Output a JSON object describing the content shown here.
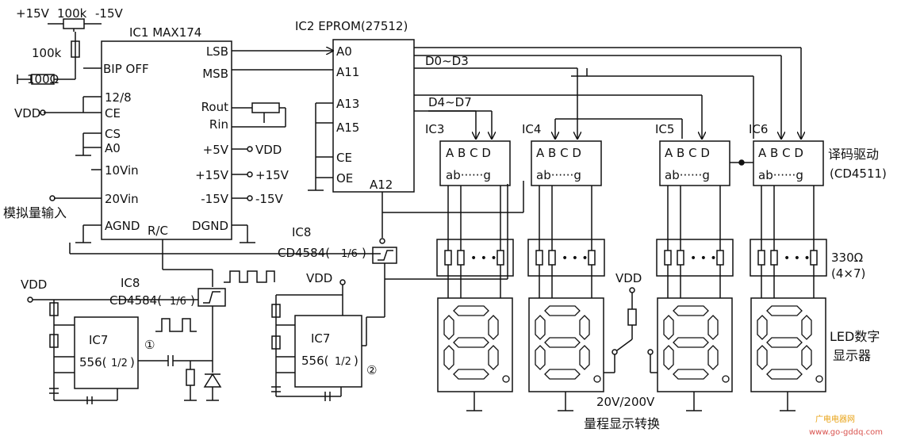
{
  "ic1": {
    "title": "IC1 MAX174",
    "pins_left": [
      "BIP OFF",
      "12/8",
      "CE",
      "CS",
      "A0",
      "10Vin",
      "20Vin",
      "AGND"
    ],
    "pins_right": [
      "LSB",
      "MSB",
      "Rout",
      "Rin",
      "+5V",
      "+15V",
      "-15V",
      "DGND"
    ],
    "bottom_pin": "R/C"
  },
  "ic1_supply": {
    "pos": "+15V",
    "pot": "100k",
    "neg": "-15V",
    "r1": "100k",
    "r2": "100Ω"
  },
  "ic1_rails": {
    "vdd": "VDD",
    "p15": "+15V",
    "n15": "-15V"
  },
  "vdd_left": "VDD",
  "analog_input": "模拟量输入",
  "ic2": {
    "title": "IC2 EPROM(27512)",
    "pins_left": [
      "A0",
      "A11",
      "A13",
      "A15",
      "CE",
      "OE"
    ],
    "bottom_pin": "A12"
  },
  "bus": {
    "low": "D0~D3",
    "high": "D4~D7"
  },
  "decoders": [
    {
      "name": "IC3",
      "inputs": "A B C D",
      "outputs": "ab······g"
    },
    {
      "name": "IC4",
      "inputs": "A B C D",
      "outputs": "ab······g"
    },
    {
      "name": "IC5",
      "inputs": "A B C D",
      "outputs": "ab······g"
    },
    {
      "name": "IC6",
      "inputs": "A B C D",
      "outputs": "ab······g"
    }
  ],
  "decoder_label": [
    "译码驱动",
    "(CD4511)"
  ],
  "resistor_label": [
    "330Ω",
    "(4×7)"
  ],
  "display_label": [
    "LED数字",
    "显示器"
  ],
  "ic8_top": {
    "name": "IC8",
    "part": "CD4584(",
    "frac": "1/6",
    "close": ")"
  },
  "ic8_bottom": {
    "name": "IC8",
    "part": "CD4584(",
    "frac": "1/6",
    "close": ")"
  },
  "ic7_left": {
    "name": "IC7",
    "part": "556(",
    "frac": "1/2",
    "close": ")",
    "node": "①"
  },
  "ic7_right": {
    "name": "IC7",
    "part": "556(",
    "frac": "1/2",
    "close": ")",
    "node": "②"
  },
  "vdd_ic7_left": "VDD",
  "vdd_ic7_right": "VDD",
  "vdd_switch": "VDD",
  "range_label": [
    "20V/200V",
    "量程显示转换"
  ],
  "watermark": {
    "top": "广电电器网",
    "bottom": "www.go-gddq.com"
  },
  "colors": {
    "ink": "#111111",
    "background": "#ffffff",
    "watermark_top": "#e8a317",
    "watermark_bottom": "#d9534f"
  }
}
